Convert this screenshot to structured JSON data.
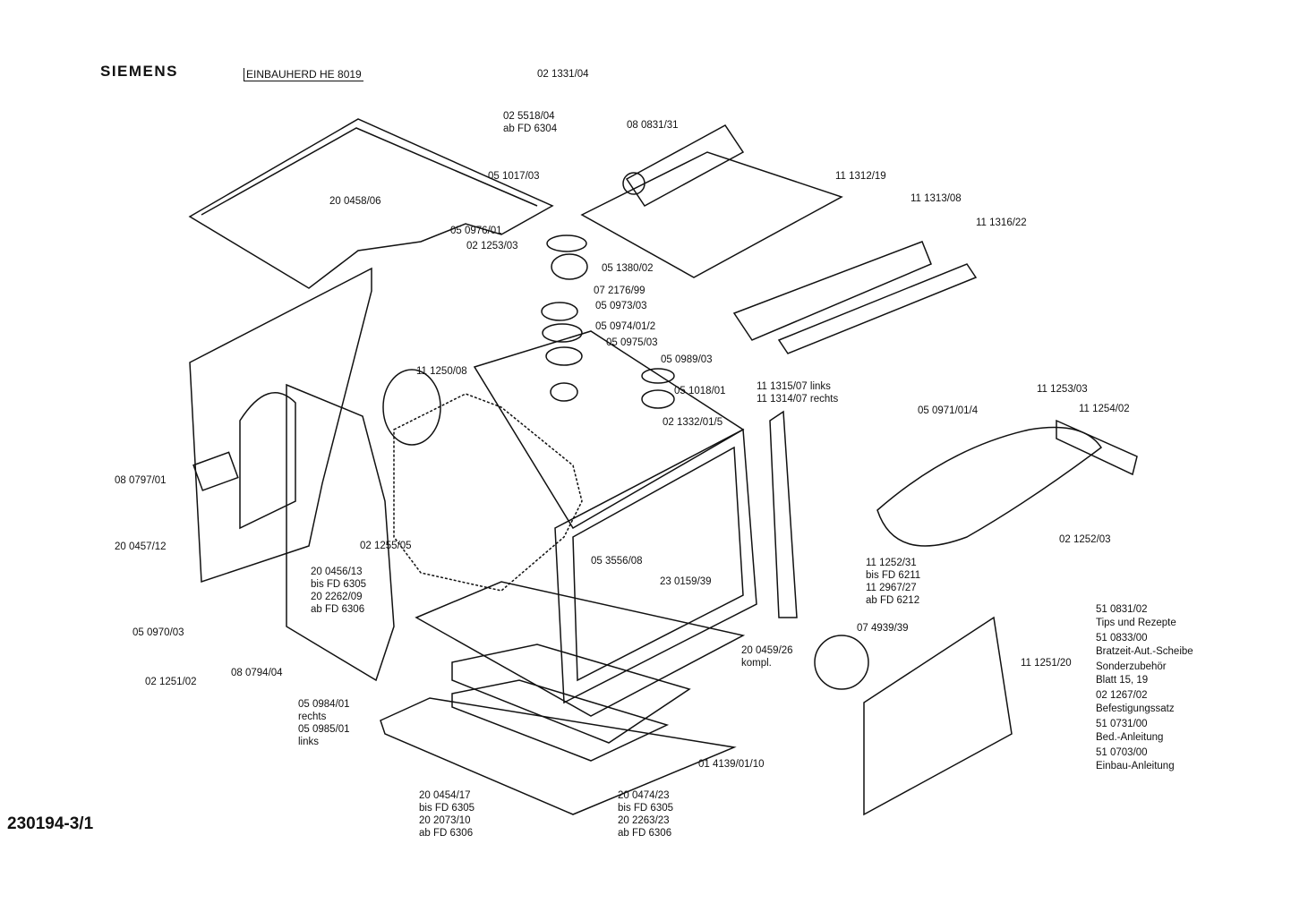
{
  "header": {
    "brand": "SIEMENS",
    "model": "EINBAUHERD HE 8019",
    "doc_number": "230194-3/1"
  },
  "parts": [
    {
      "id": "p1",
      "lines": [
        "02 1331/04"
      ]
    },
    {
      "id": "p2",
      "lines": [
        "02 5518/04",
        "ab FD 6304"
      ]
    },
    {
      "id": "p3",
      "lines": [
        "08 0831/31"
      ]
    },
    {
      "id": "p4",
      "lines": [
        "05 1017/03"
      ]
    },
    {
      "id": "p5",
      "lines": [
        "11 1312/19"
      ]
    },
    {
      "id": "p6",
      "lines": [
        "20 0458/06"
      ]
    },
    {
      "id": "p7",
      "lines": [
        "11 1313/08"
      ]
    },
    {
      "id": "p8",
      "lines": [
        "11 1316/22"
      ]
    },
    {
      "id": "p9",
      "lines": [
        "05 0976/01"
      ]
    },
    {
      "id": "p10",
      "lines": [
        "02 1253/03"
      ]
    },
    {
      "id": "p11",
      "lines": [
        "05 1380/02"
      ]
    },
    {
      "id": "p12",
      "lines": [
        "07 2176/99"
      ]
    },
    {
      "id": "p13",
      "lines": [
        "05 0973/03"
      ]
    },
    {
      "id": "p14",
      "lines": [
        "05 0974/01/2"
      ]
    },
    {
      "id": "p15",
      "lines": [
        "05 0975/03"
      ]
    },
    {
      "id": "p16",
      "lines": [
        "05 0989/03"
      ]
    },
    {
      "id": "p17",
      "lines": [
        "11 1250/08"
      ]
    },
    {
      "id": "p18",
      "lines": [
        "11 1315/07  links",
        "11 1314/07  rechts"
      ]
    },
    {
      "id": "p19",
      "lines": [
        "05 1018/01"
      ]
    },
    {
      "id": "p20",
      "lines": [
        "02 1332/01/5"
      ]
    },
    {
      "id": "p21",
      "lines": [
        "11 1253/03"
      ]
    },
    {
      "id": "p22",
      "lines": [
        "11 1254/02"
      ]
    },
    {
      "id": "p23",
      "lines": [
        "05 0971/01/4"
      ]
    },
    {
      "id": "p24",
      "lines": [
        "08 0797/01"
      ]
    },
    {
      "id": "p25",
      "lines": [
        "20 0457/12"
      ]
    },
    {
      "id": "p26",
      "lines": [
        "02 1255/05"
      ]
    },
    {
      "id": "p27",
      "lines": [
        "05 3556/08"
      ]
    },
    {
      "id": "p28",
      "lines": [
        "02 1252/03"
      ]
    },
    {
      "id": "p29",
      "lines": [
        "20 0456/13",
        "bis FD 6305",
        "20 2262/09",
        "ab FD 6306"
      ]
    },
    {
      "id": "p30",
      "lines": [
        "11 1252/31",
        "bis FD 6211",
        "11 2967/27",
        "ab FD 6212"
      ]
    },
    {
      "id": "p31",
      "lines": [
        "23 0159/39"
      ]
    },
    {
      "id": "p32",
      "lines": [
        "05 0970/03"
      ]
    },
    {
      "id": "p33",
      "lines": [
        "07 4939/39"
      ]
    },
    {
      "id": "p34",
      "lines": [
        "11 1251/20"
      ]
    },
    {
      "id": "p35",
      "lines": [
        "20 0459/26",
        "kompl."
      ]
    },
    {
      "id": "p36",
      "lines": [
        "08 0794/04"
      ]
    },
    {
      "id": "p37",
      "lines": [
        "02 1251/02"
      ]
    },
    {
      "id": "p38",
      "lines": [
        "05 0984/01",
        "rechts",
        "05 0985/01",
        "links"
      ]
    },
    {
      "id": "p39",
      "lines": [
        "01 4139/01/10"
      ]
    },
    {
      "id": "p40",
      "lines": [
        "20 0454/17",
        "bis FD 6305",
        "20 2073/10",
        "ab FD 6306"
      ]
    },
    {
      "id": "p41",
      "lines": [
        "20 0474/23",
        "bis FD 6305",
        "20 2263/23",
        "ab FD 6306"
      ]
    }
  ],
  "accessories": [
    {
      "number": "51 0831/02",
      "desc": "Tips und Rezepte"
    },
    {
      "number": "51 0833/00",
      "desc": "Bratzeit-Aut.-Scheibe"
    },
    {
      "number": "Sonderzubehör",
      "desc": "Blatt 15, 19"
    },
    {
      "number": "02 1267/02",
      "desc": "Befestigungssatz"
    },
    {
      "number": "51 0731/00",
      "desc": "Bed.-Anleitung"
    },
    {
      "number": "51 0703/00",
      "desc": "Einbau-Anleitung"
    }
  ]
}
